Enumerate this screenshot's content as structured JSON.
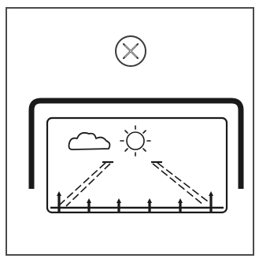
{
  "illustration": {
    "outer_frame": {
      "color": "#4a4a4a"
    },
    "cancel_mark": {
      "icon": "close-circle-icon",
      "color": "#3a3a3a"
    },
    "display_panel": {
      "color": "#1a1a1a",
      "screen_color": "#ffffff"
    },
    "scene": {
      "cloud": {
        "icon": "cloud-icon"
      },
      "sun": {
        "icon": "sun-icon"
      },
      "lane_guides": {
        "style": "dashed",
        "count": 2
      },
      "fence_posts": {
        "count": 6,
        "icon": "post-marker-icon"
      }
    }
  }
}
